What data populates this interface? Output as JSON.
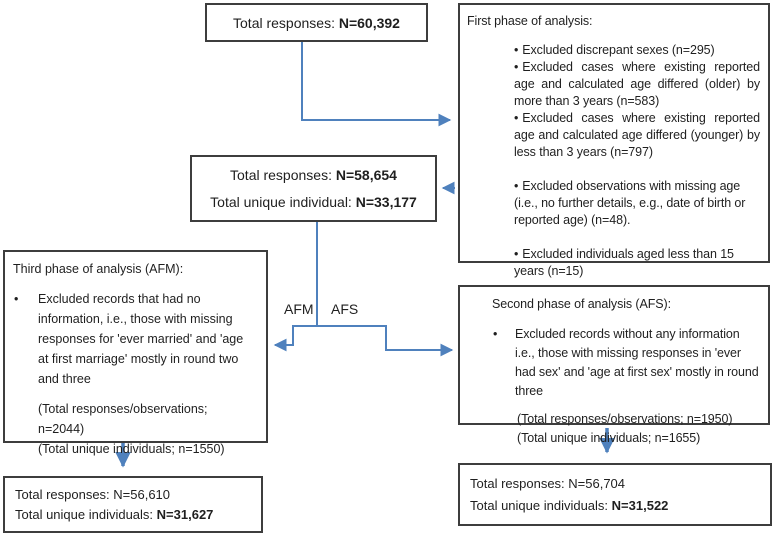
{
  "ui": {
    "bullet": "•"
  },
  "colors": {
    "arrow": "#4f81bd",
    "border": "#3d3d3d",
    "background": "#ffffff"
  },
  "labels": {
    "afm": "AFM",
    "afs": "AFS"
  },
  "boxes": {
    "total": {
      "prefix": "Total responses: ",
      "value": "N=60,392"
    },
    "first_phase": {
      "title": "First phase of analysis:",
      "bullets": [
        "Excluded discrepant sexes (n=295)",
        "Excluded cases where existing reported age and calculated age differed (older) by more than 3 years (n=583)",
        "Excluded cases where existing reported age and calculated age differed (younger) by less than 3 years (n=797)",
        "Excluded observations with missing age (i.e., no further details, e.g., date of birth or reported age) (n=48).",
        "Excluded individuals aged less than 15 years (n=15)"
      ]
    },
    "after_first": {
      "line1_prefix": "Total responses: ",
      "line1_value": "N=58,654",
      "line2_prefix": "Total unique individual: ",
      "line2_value": "N=33,177"
    },
    "third_phase": {
      "title": "Third phase of analysis (AFM):",
      "bullet": "Excluded records that had no information, i.e., those with missing responses for 'ever married' and 'age at first marriage' mostly in round two and three",
      "totals": [
        "(Total responses/observations; n=2044)",
        "(Total unique individuals; n=1550)"
      ]
    },
    "second_phase": {
      "title": "Second phase of analysis (AFS):",
      "bullet": "Excluded records without any information i.e., those with missing responses in 'ever had sex' and 'age at first sex' mostly in round three",
      "totals": [
        "(Total responses/observations; n=1950)",
        "(Total unique individuals; n=1655)"
      ]
    },
    "final_afm": {
      "line1": "Total responses: N=56,610",
      "line2_prefix": "Total unique individuals: ",
      "line2_value": "N=31,627"
    },
    "final_afs": {
      "line1": "Total responses: N=56,704",
      "line2_prefix": "Total unique individuals: ",
      "line2_value": "N=31,522"
    }
  }
}
